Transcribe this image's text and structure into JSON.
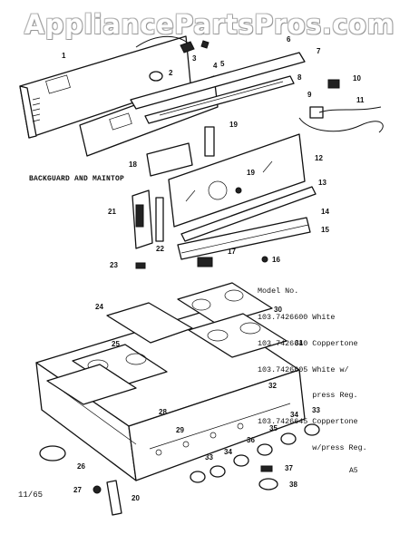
{
  "watermark": "AppliancePartsPros.com",
  "section_title": "BACKGUARD AND MAINTOP",
  "model_lines": [
    "Model No.",
    "103.7426600 White",
    "103.7426640 Coppertone",
    "103.7426605 White w/",
    "            press Reg.",
    "103.7426645 Coppertone",
    "            w/press Reg."
  ],
  "date_code": "11/65",
  "page_code": "A5",
  "callouts": [
    "1",
    "2",
    "3",
    "4",
    "5",
    "6",
    "7",
    "8",
    "9",
    "10",
    "11",
    "12",
    "13",
    "14",
    "15",
    "16",
    "17",
    "18",
    "19",
    "19",
    "20",
    "21",
    "22",
    "23",
    "24",
    "25",
    "26",
    "27",
    "28",
    "29",
    "30",
    "31",
    "32",
    "33",
    "33",
    "34",
    "34",
    "35",
    "36",
    "37",
    "38"
  ]
}
